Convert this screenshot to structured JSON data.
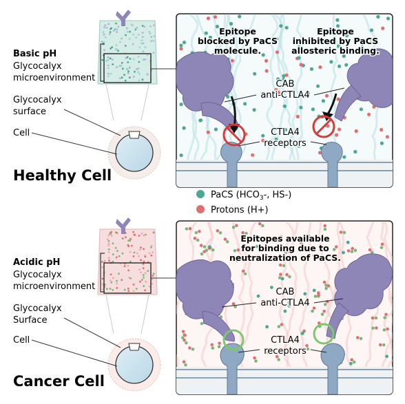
{
  "healthy": {
    "ph_label": "Basic pH",
    "micro_label_1": "Glycocalyx",
    "micro_label_2": "microenvironment",
    "surface_label_1": "Glycocalyx",
    "surface_label_2": "surface",
    "cell_label": "Cell",
    "title": "Healthy Cell",
    "epitope_left": [
      "Epitope",
      "blocked by PaCS",
      "molecule."
    ],
    "epitope_right": [
      "Epitope",
      "inhibited by PaCS",
      "allosteric binding."
    ],
    "cab_label": [
      "CAB",
      "anti-CTLA4"
    ],
    "ctla4_label": [
      "CTLA4",
      "receptors"
    ]
  },
  "legend": {
    "pacs_prefix": "PaCS (HCO",
    "pacs_sub": "3",
    "pacs_suffix": "-, HS-)",
    "protons": "Protons (H+)"
  },
  "cancer": {
    "ph_label": "Acidic pH",
    "micro_label_1": "Glycocalyx",
    "micro_label_2": "microenvironment",
    "surface_label_1": "Glycocalyx",
    "surface_label_2": "Surface",
    "cell_label": "Cell",
    "title": "Cancer Cell",
    "epitope_text": [
      "Epitopes available",
      "for binding due to",
      "neutralization of PaCS."
    ],
    "cab_label": [
      "CAB",
      "anti-CTLA4"
    ],
    "ctla4_label": [
      "CTLA4",
      "receptors"
    ]
  },
  "colors": {
    "pacs_teal": "#4aa894",
    "proton_red": "#e07070",
    "antibody_purple": "#8f86b8",
    "receptor_blue": "#8fa9c4",
    "block_red": "#d63b3b",
    "bind_green": "#7cc86e"
  }
}
